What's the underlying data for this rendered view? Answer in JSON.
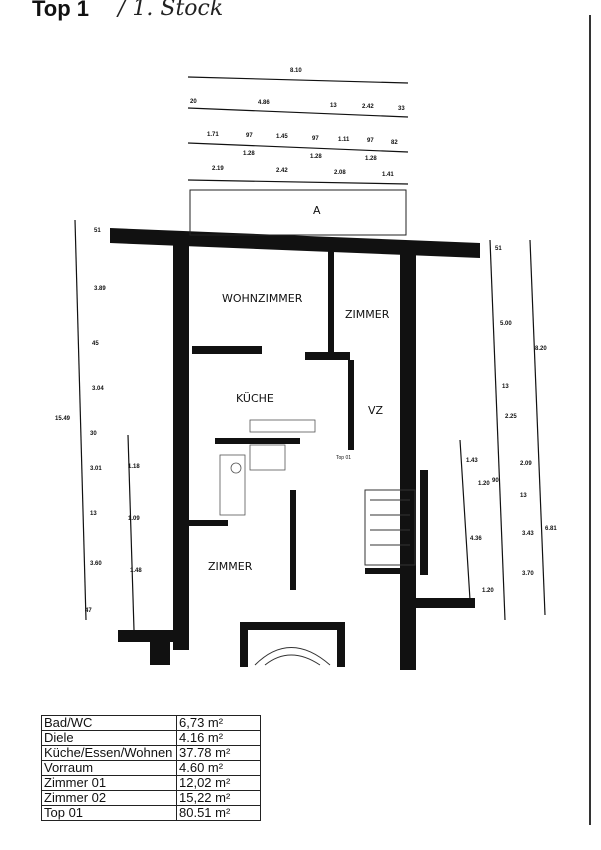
{
  "header": {
    "title": "Top 1",
    "subtitle": "/ 1. Stock"
  },
  "dimensions": {
    "top_row1": [
      "8.10"
    ],
    "top_row2": [
      "20",
      "4.86",
      "13",
      "2.42",
      "33"
    ],
    "top_row3_upper": [
      "1.71",
      "97",
      "1.45",
      "97",
      "1.11",
      "97",
      "82"
    ],
    "top_row3_lower": [
      "1.28",
      "1.28",
      "1.28"
    ],
    "top_row4": [
      "2.19",
      "2.42",
      "2.08",
      "1.41"
    ],
    "left": [
      "51",
      "3.89",
      "45",
      "3.04",
      "30",
      "3.01",
      "13",
      "3.60",
      "47",
      "15.49"
    ],
    "left_inner": [
      "1.18",
      "1.09",
      "1.48"
    ],
    "right": [
      "51",
      "5.00",
      "13",
      "2.25",
      "8.20",
      "6.81",
      "3.43",
      "3.70",
      "13",
      "2.09"
    ],
    "right_inner": [
      "1.43",
      "1.20",
      "4.36",
      "90",
      "1.20"
    ]
  },
  "rooms": {
    "wohnzimmer": "WOHNZIMMER",
    "zimmer1": "ZIMMER",
    "kueche": "KÜCHE",
    "vz": "VZ",
    "zimmer2": "ZIMMER",
    "top": "Top 01",
    "section": "A"
  },
  "area_table": [
    {
      "room": "Bad/WC",
      "area": "6,73 m²"
    },
    {
      "room": "Diele",
      "area": "4.16 m²"
    },
    {
      "room": "Küche/Essen/Wohnen",
      "area": "37.78 m²"
    },
    {
      "room": "Vorraum",
      "area": "4.60 m²"
    },
    {
      "room": "Zimmer 01",
      "area": "12,02 m²"
    },
    {
      "room": "Zimmer 02",
      "area": "15,22 m²"
    },
    {
      "room": "Top 01",
      "area": "80.51 m²"
    }
  ]
}
